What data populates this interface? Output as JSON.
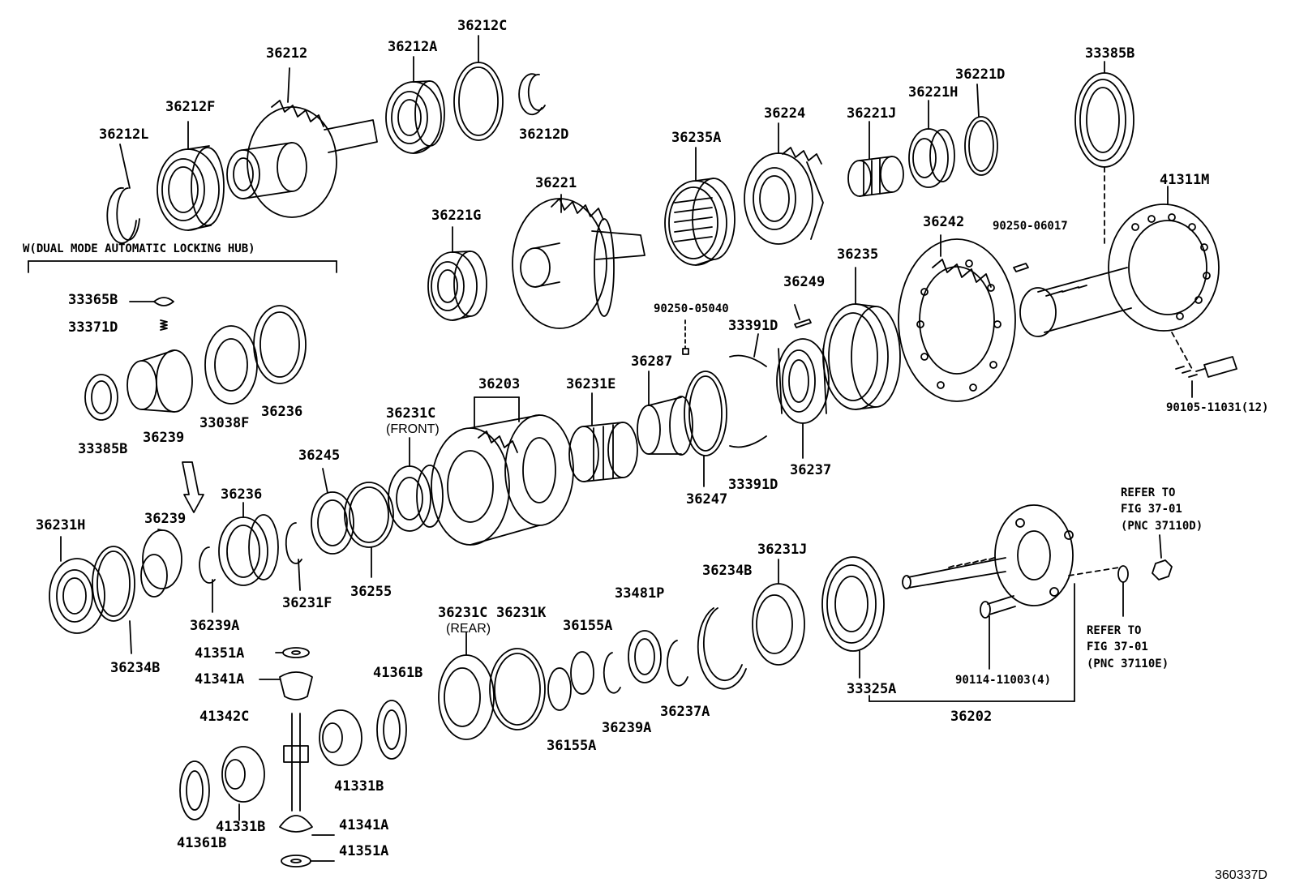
{
  "diagram": {
    "figure_id": "360337D",
    "group_note": "W(DUAL MODE AUTOMATIC LOCKING HUB)",
    "front_note": "(FRONT)",
    "rear_note": "(REAR)",
    "refer1": [
      "REFER TO",
      "FIG 37-01",
      "(PNC 37110D)"
    ],
    "refer2": [
      "REFER TO",
      "FIG 37-01",
      "(PNC 37110E)"
    ],
    "parts": {
      "p36212": "36212",
      "p36212A": "36212A",
      "p36212C": "36212C",
      "p36212D": "36212D",
      "p36212F": "36212F",
      "p36212L": "36212L",
      "p36221": "36221",
      "p36221G": "36221G",
      "p36235A": "36235A",
      "p36224": "36224",
      "p36221J": "36221J",
      "p36221H": "36221H",
      "p36221D": "36221D",
      "p33385B_top": "33385B",
      "p41311M": "41311M",
      "p36242": "36242",
      "p90250_06017": "90250-06017",
      "p36235": "36235",
      "p36249": "36249",
      "p90250_05040": "90250-05040",
      "p33391D_top": "33391D",
      "p36287": "36287",
      "p36231E": "36231E",
      "p36203": "36203",
      "p36231C_front": "36231C",
      "p90105_11031": "90105-11031(12)",
      "p33365B": "33365B",
      "p33371D": "33371D",
      "p33038F": "33038F",
      "p36236_top": "36236",
      "p33385B_left": "33385B",
      "p36239_top": "36239",
      "p36245": "36245",
      "p36236": "36236",
      "p36239": "36239",
      "p36231H": "36231H",
      "p36231F": "36231F",
      "p36255": "36255",
      "p36239A_left": "36239A",
      "p36234B_left": "36234B",
      "p36247": "36247",
      "p33391D_bot": "33391D",
      "p36237": "36237",
      "p36231J": "36231J",
      "p36234B_mid": "36234B",
      "p33481P": "33481P",
      "p36231C_rear": "36231C",
      "p36231K": "36231K",
      "p36155A_top": "36155A",
      "p36155A_bot": "36155A",
      "p36239A_mid": "36239A",
      "p36237A": "36237A",
      "p33325A": "33325A",
      "p90114_11003": "90114-11003(4)",
      "p36202": "36202",
      "p41351A_top": "41351A",
      "p41341A_top": "41341A",
      "p41342C": "41342C",
      "p41361B_top": "41361B",
      "p41331B_right": "41331B",
      "p41331B_left": "41331B",
      "p41361B_bot": "41361B",
      "p41341A_bot": "41341A",
      "p41351A_bot": "41351A"
    }
  }
}
